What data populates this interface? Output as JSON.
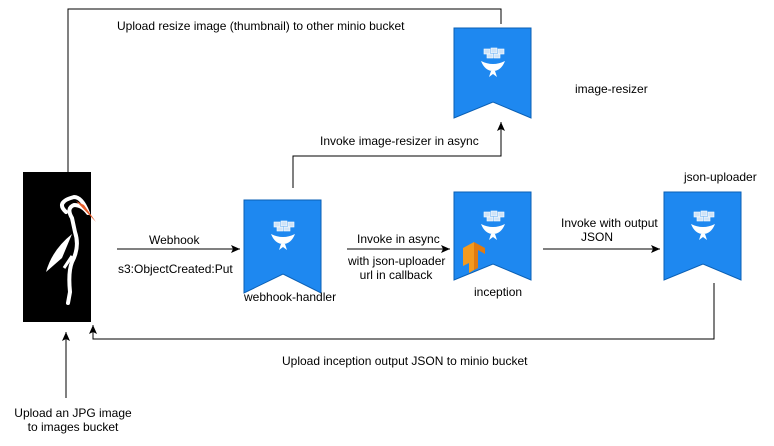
{
  "labels": {
    "upload_resize": "Upload resize image (thumbnail) to other minio bucket",
    "image_resizer": "image-resizer",
    "invoke_resizer": "Invoke image-resizer in async",
    "json_uploader": "json-uploader",
    "webhook": "Webhook",
    "s3_event": "s3:ObjectCreated:Put",
    "webhook_handler": "webhook-handler",
    "invoke_async": "Invoke in async",
    "with_callback_1": "with json-uploader",
    "with_callback_2": "url in callback",
    "inception": "inception",
    "invoke_output_1": "Invoke with output",
    "invoke_output_2": "JSON",
    "upload_inception": "Upload inception output JSON to minio bucket",
    "upload_jpg_1": "Upload an JPG image",
    "upload_jpg_2": "to images bucket"
  },
  "colors": {
    "function_blue": "#1e88f0",
    "function_stroke": "#0a5fb4",
    "arrow": "#000000",
    "minio_bg": "#000000",
    "minio_flamingo": "#ffffff",
    "minio_beak": "#e85d2a",
    "tensorflow_orange": "#f39a1e"
  },
  "icons": {
    "function": "openfaas-whale-icon",
    "storage": "minio-flamingo-logo",
    "ml": "tensorflow-icon"
  }
}
